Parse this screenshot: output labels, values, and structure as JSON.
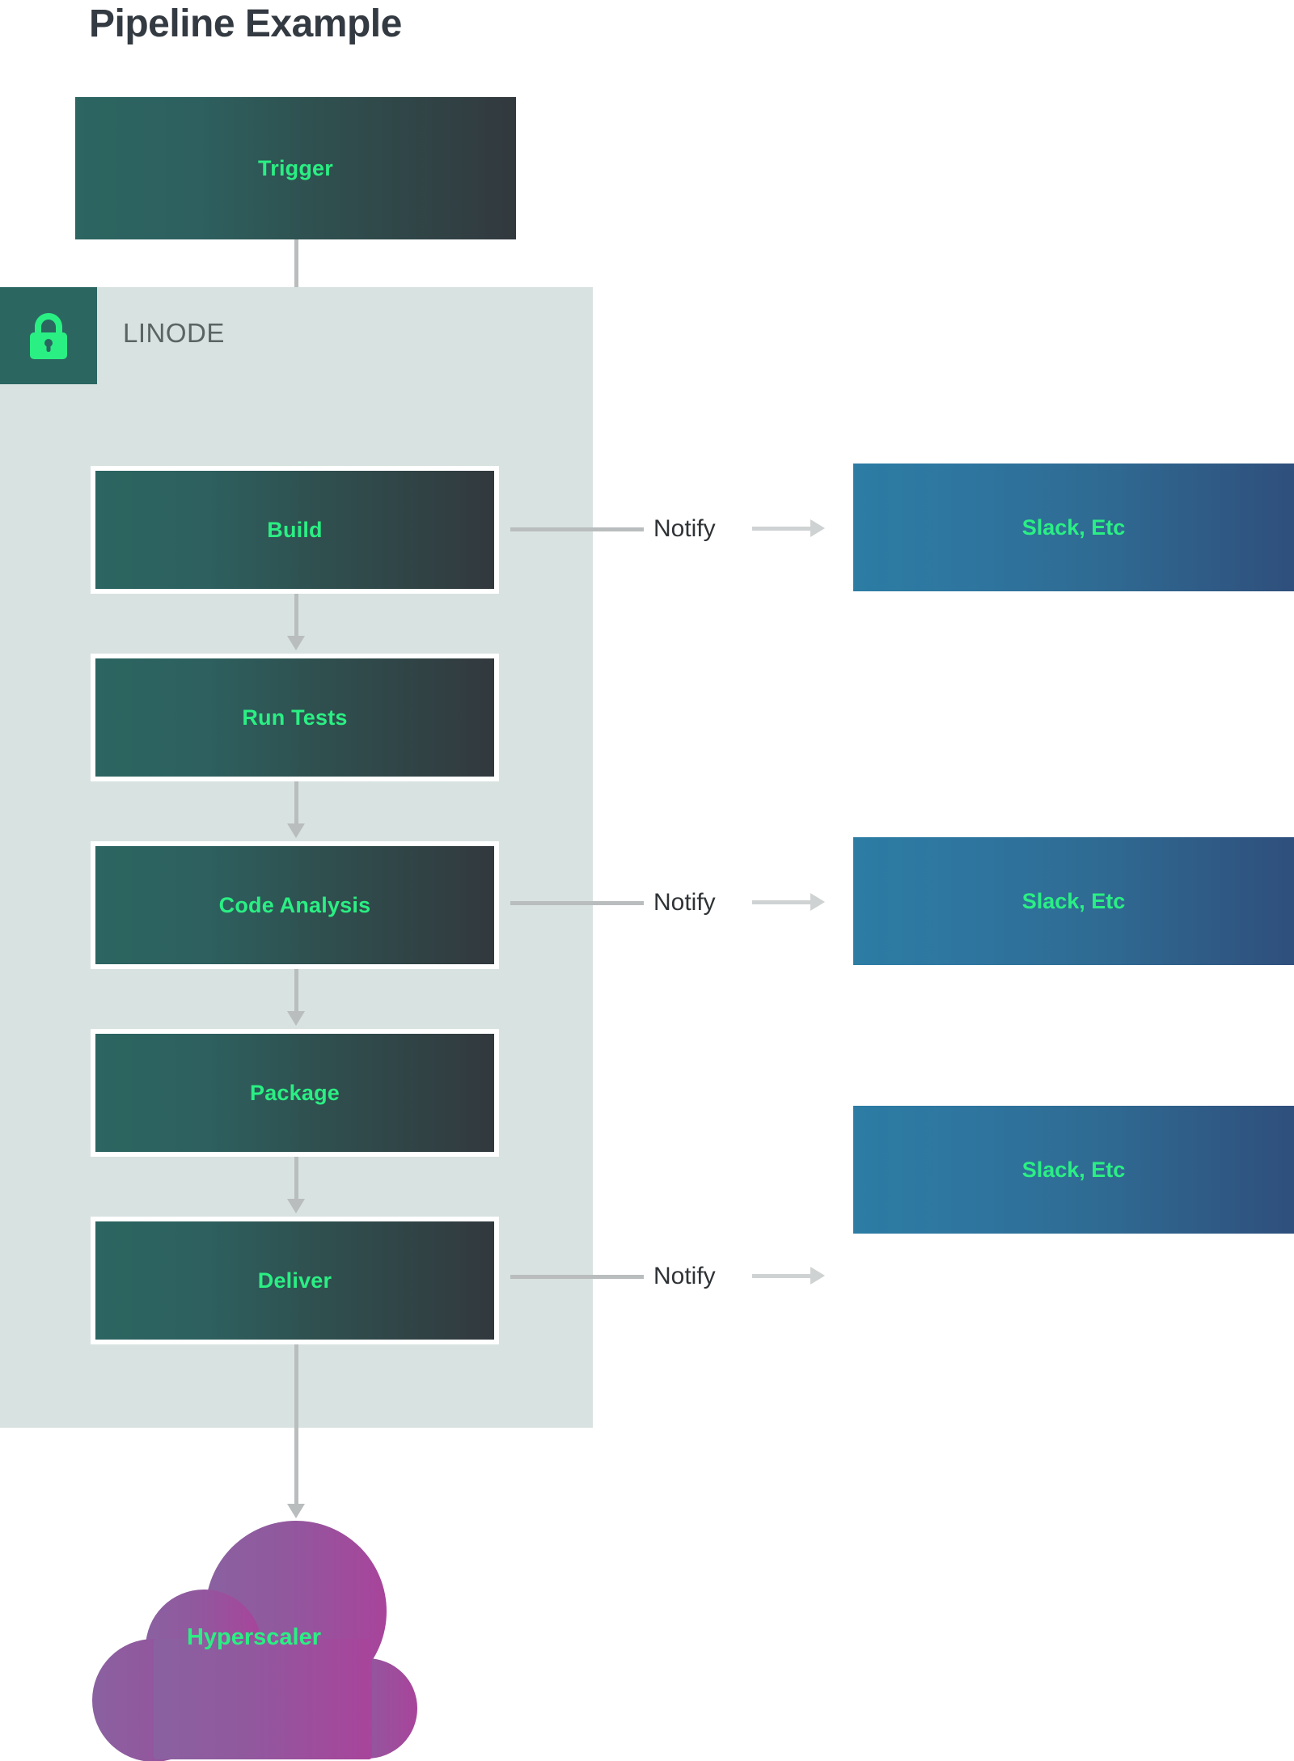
{
  "title": "Pipeline Example",
  "group": {
    "label": "LINODE",
    "icon": "lock-icon",
    "badge_color": "#2b6661",
    "panel_color": "#d8e2e0",
    "icon_color": "#2aef83"
  },
  "trigger": {
    "label": "Trigger"
  },
  "stages": [
    {
      "label": "Build"
    },
    {
      "label": "Run Tests"
    },
    {
      "label": "Code Analysis"
    },
    {
      "label": "Package"
    },
    {
      "label": "Deliver"
    }
  ],
  "notifications": [
    {
      "from": "Build",
      "edge_label": "Notify",
      "target": "Slack, Etc"
    },
    {
      "from": "Code Analysis",
      "edge_label": "Notify",
      "target": "Slack, Etc"
    },
    {
      "from": "Deliver",
      "edge_label": "Notify",
      "target": "Slack, Etc"
    }
  ],
  "destination": {
    "label": "Hyperscaler",
    "shape": "cloud",
    "fill_start": "#8e5f9d",
    "fill_end": "#a1469b"
  },
  "colors": {
    "accent_green": "#2aef83",
    "stage_gradient_start": "#2c6561",
    "stage_gradient_end": "#32393e",
    "notify_gradient_start": "#2c7ca4",
    "notify_gradient_end": "#2f4f7c",
    "connector": "#b9bdbd",
    "title_text": "#333a41",
    "group_text": "#5a6463"
  }
}
